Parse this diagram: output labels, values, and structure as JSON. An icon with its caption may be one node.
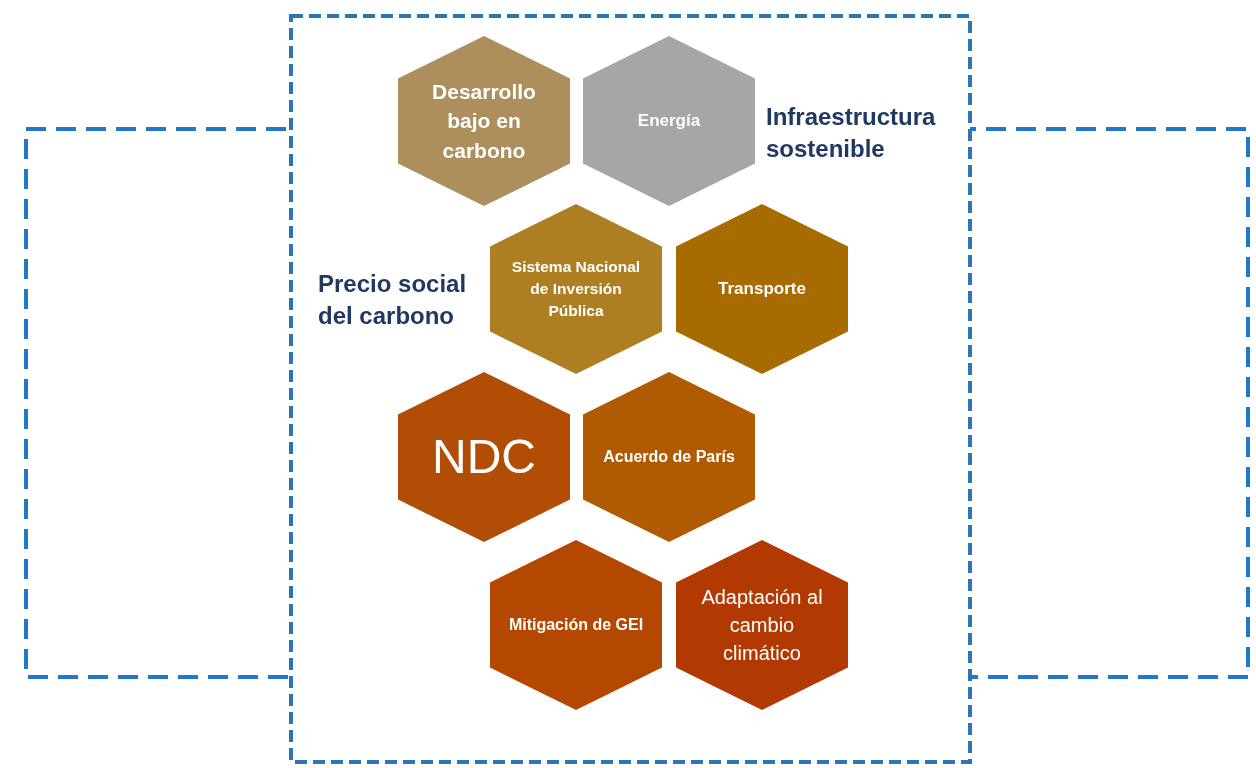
{
  "diagram": {
    "nodes": [
      {
        "text": [
          "Desarrollo bajo en carbono"
        ]
      },
      {
        "text": [
          "Energía"
        ]
      },
      {
        "text": [
          "Sistema Nacional de Inversión Pública"
        ]
      },
      {
        "text": [
          "Transporte"
        ]
      },
      {
        "text": [
          "NDC"
        ]
      },
      {
        "text": [
          "Acuerdo de París"
        ]
      },
      {
        "text": [
          "Mitigación de GEI"
        ]
      },
      {
        "text": [
          "Adaptación al cambio climático"
        ]
      }
    ],
    "edges": [],
    "labels": [
      "Infraestructura sostenible",
      "Precio social del carbono"
    ]
  }
}
